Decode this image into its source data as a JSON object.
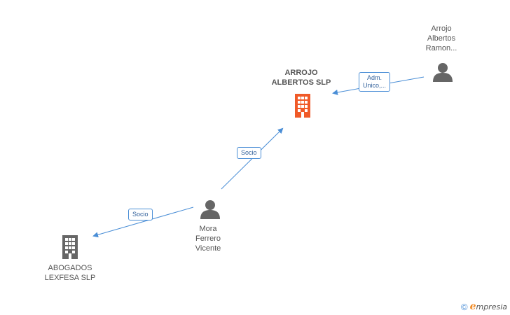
{
  "nodes": {
    "main_company": {
      "lines": [
        "ARROJO",
        "ALBERTOS SLP"
      ],
      "color": "#f05a28",
      "icon": "building-icon"
    },
    "person_arrojo": {
      "lines": [
        "Arrojo",
        "Albertos",
        "Ramon..."
      ],
      "color": "#555555",
      "icon": "person-icon"
    },
    "person_mora": {
      "lines": [
        "Mora",
        "Ferrero",
        "Vicente"
      ],
      "color": "#555555",
      "icon": "person-icon"
    },
    "company_abogados": {
      "lines": [
        "ABOGADOS",
        "LEXFESA SLP"
      ],
      "color": "#555555",
      "icon": "building-icon"
    }
  },
  "edges": {
    "arrojo_to_main": {
      "label_lines": [
        "Adm.",
        "Unico,..."
      ]
    },
    "mora_to_main": {
      "label_lines": [
        "Socio"
      ]
    },
    "mora_to_abogados": {
      "label_lines": [
        "Socio"
      ]
    }
  },
  "colors": {
    "edge": "#4a8ed6",
    "accent": "#f05a28"
  },
  "footer": {
    "copyright": "©",
    "brand_initial": "e",
    "brand_rest": "mpresia"
  }
}
